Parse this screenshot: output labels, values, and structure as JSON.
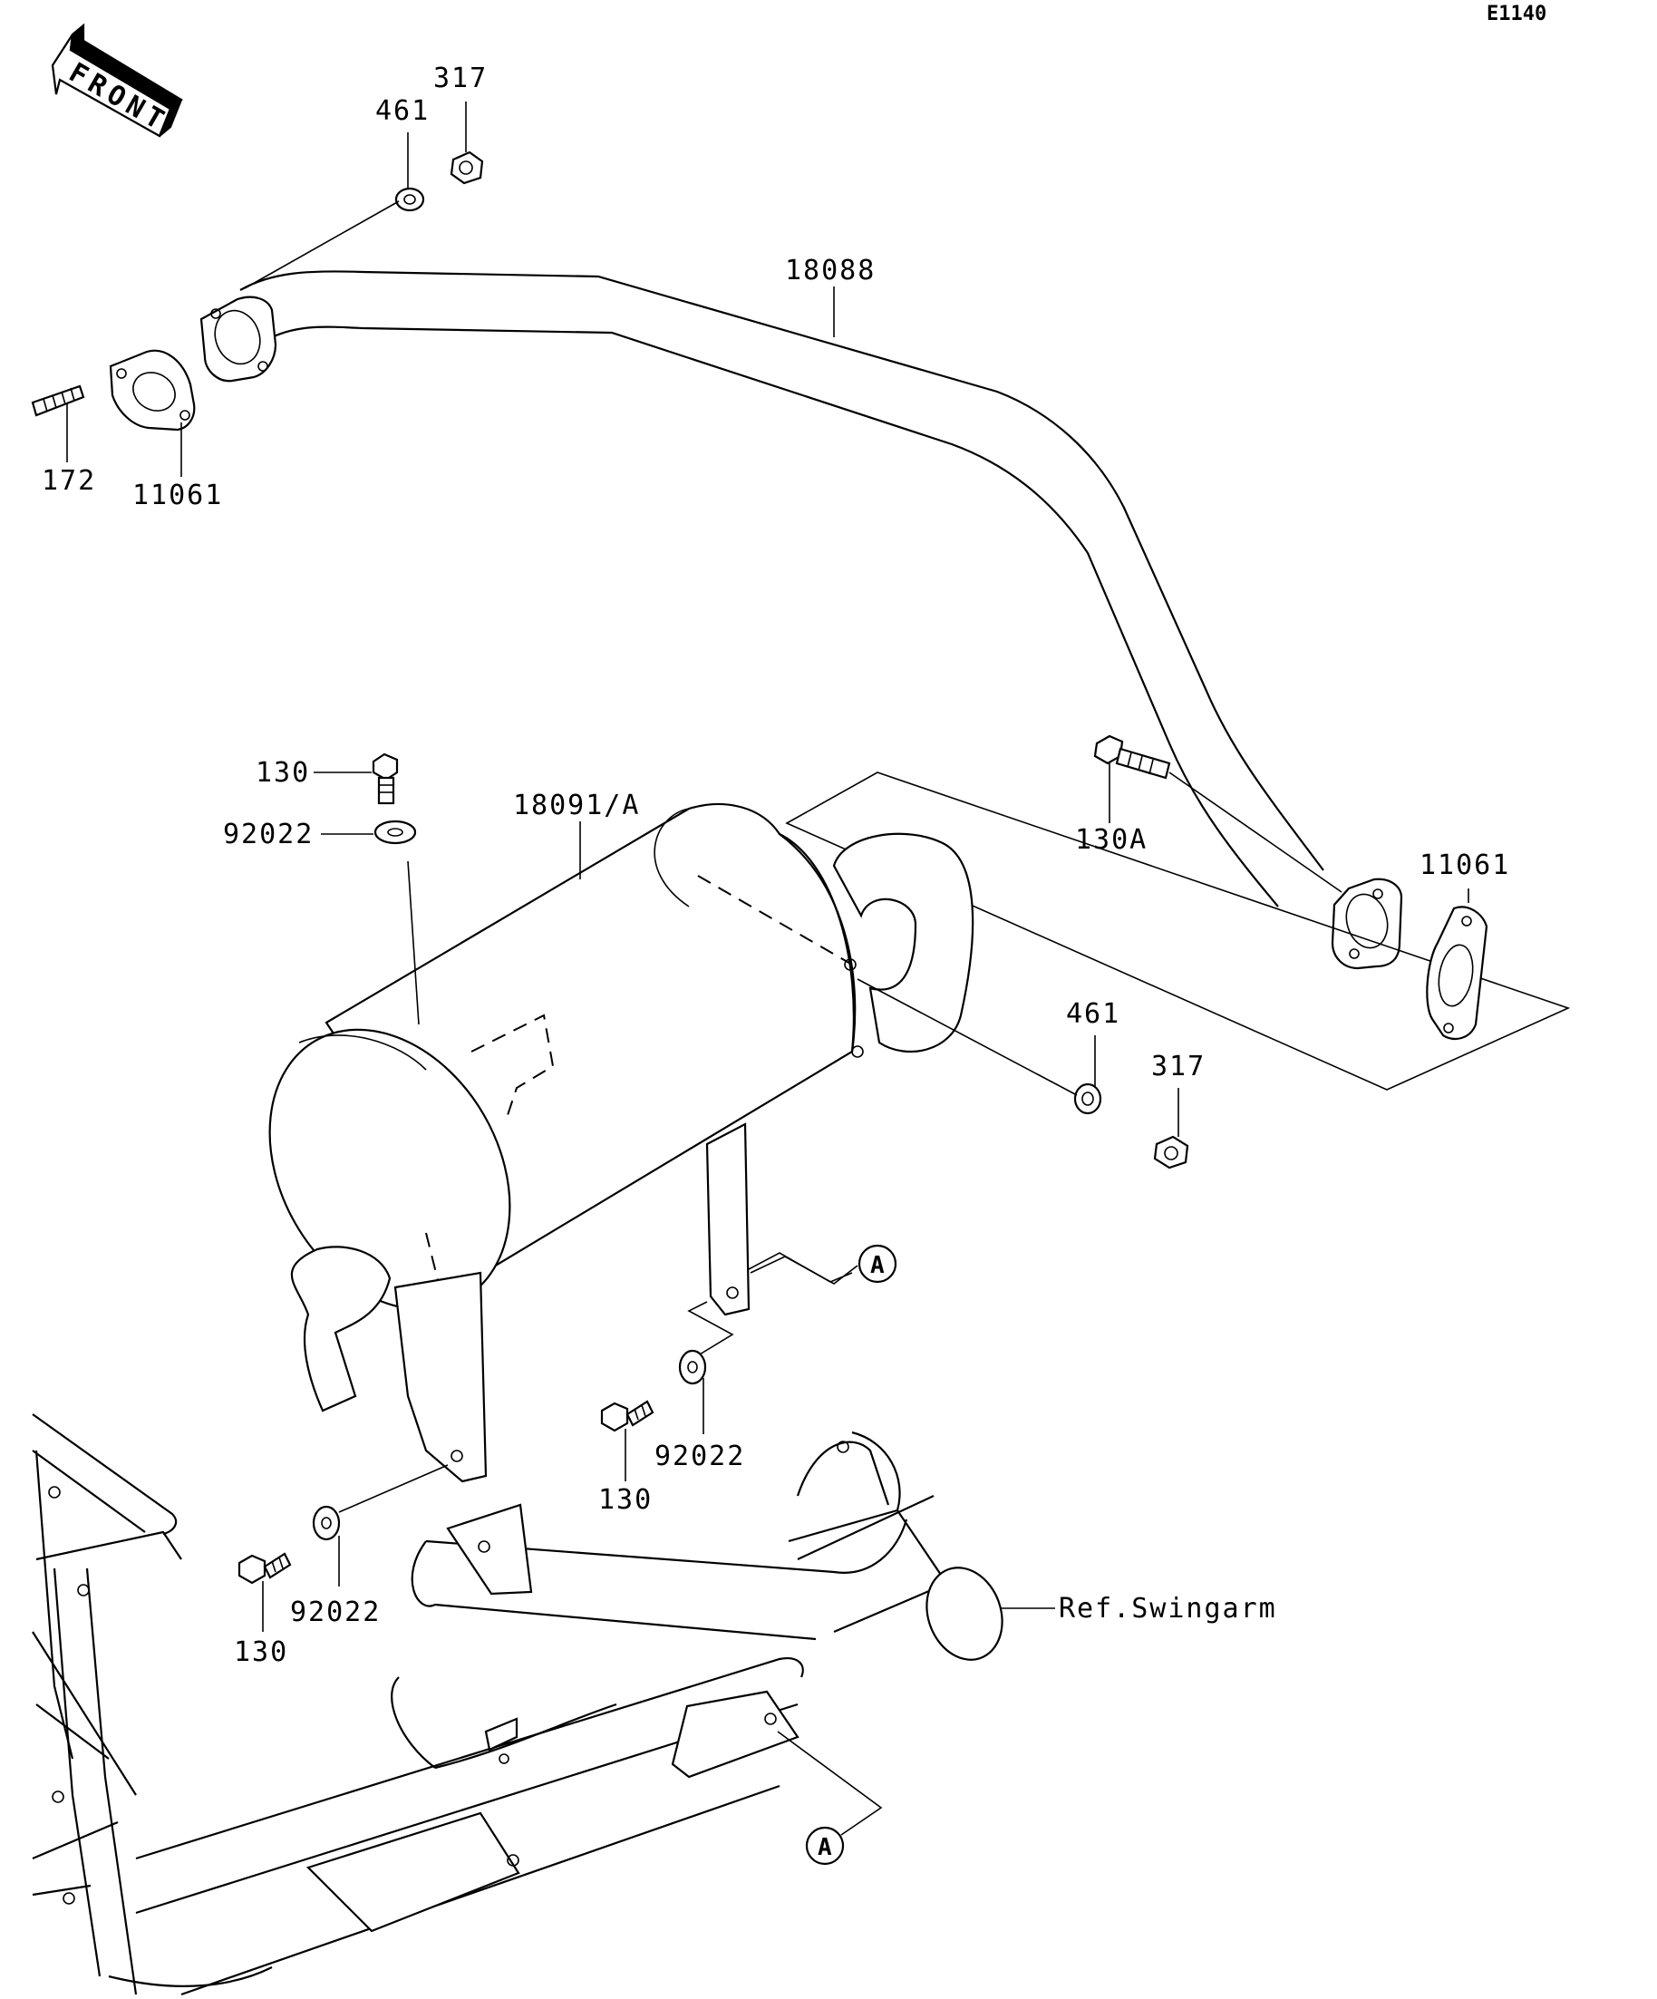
{
  "diagram_code": "E1140",
  "front_label": "FRONT",
  "callout_letter": "A",
  "reference_label": "Ref.Swingarm",
  "parts": {
    "nut_upper": "317",
    "washer_upper": "461",
    "exhaust_pipe": "18088",
    "stud": "172",
    "gasket_upper": "11061",
    "bolt_muffler_top": "130",
    "washer_muffler_top": "92022",
    "muffler": "18091/A",
    "bolt_pipe_rear": "130A",
    "gasket_rear": "11061",
    "washer_rear": "461",
    "nut_rear": "317",
    "washer_bracket_right": "92022",
    "bolt_bracket_right": "130",
    "washer_bracket_left": "92022",
    "bolt_bracket_left": "130"
  }
}
